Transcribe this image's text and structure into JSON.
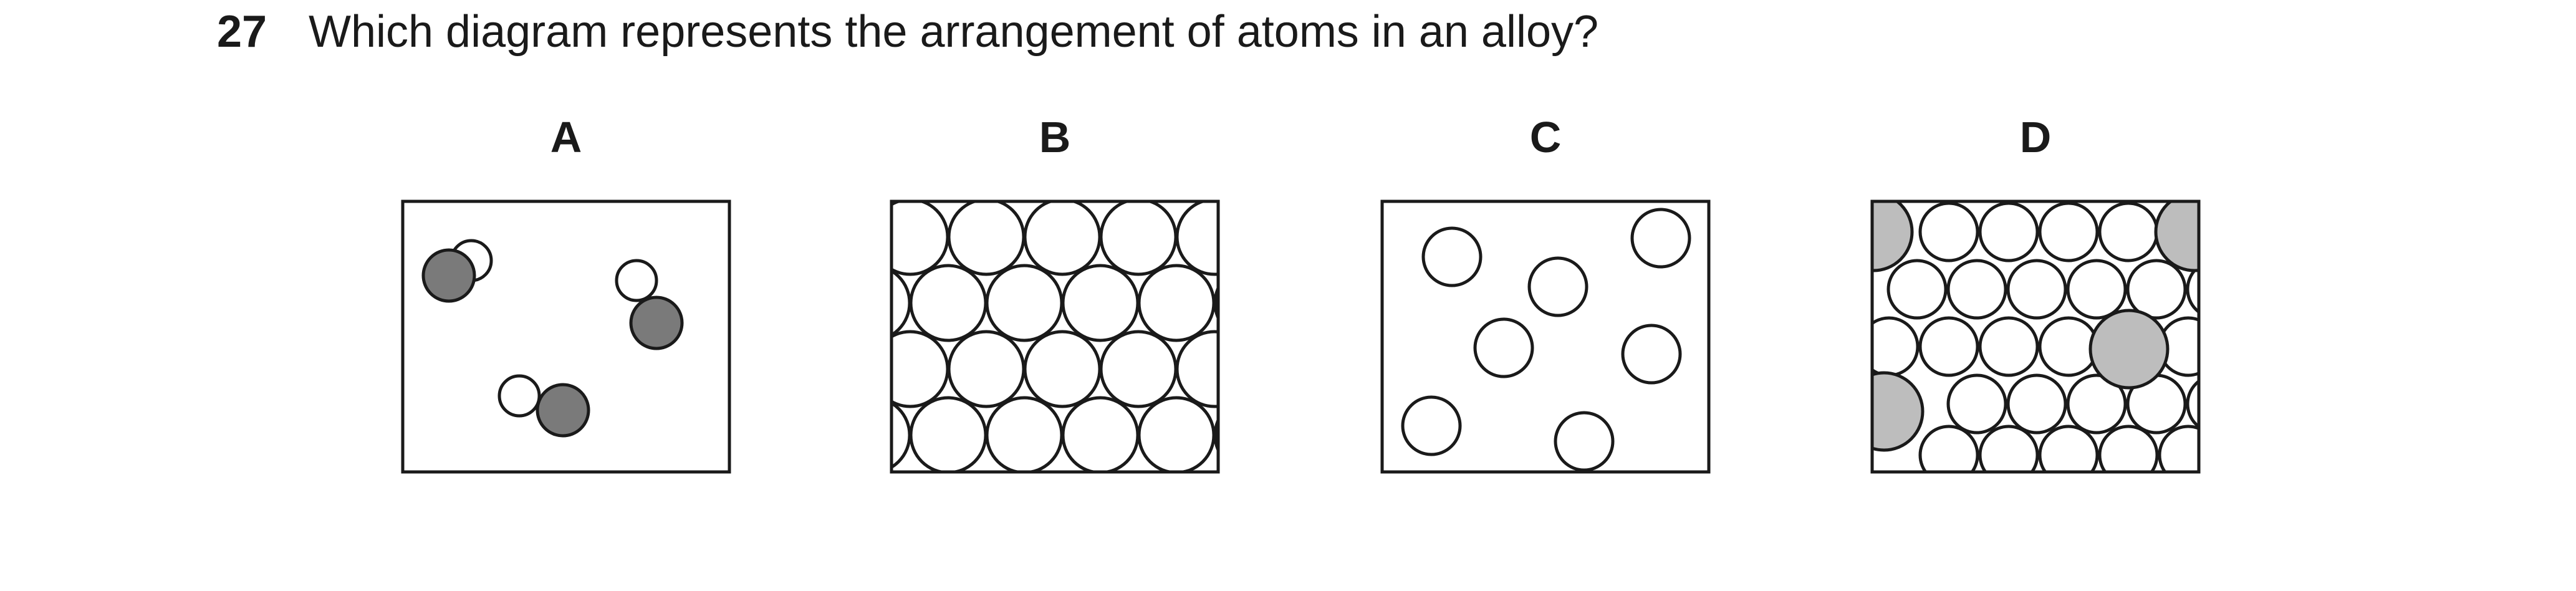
{
  "question": {
    "number": "27",
    "text": "Which diagram represents the arrangement of atoms in an alloy?"
  },
  "options": [
    {
      "label": "A",
      "depicts": "three pairs of atoms, each one grey atom joined to one white atom, spaced apart"
    },
    {
      "label": "B",
      "depicts": "regular close-packed layers of identical white atoms"
    },
    {
      "label": "C",
      "depicts": "identical white atoms spread far apart"
    },
    {
      "label": "D",
      "depicts": "close-packed white atoms with a few larger grey atoms among them"
    }
  ],
  "colors": {
    "outline": "#1a1a1a",
    "atom_white": "#ffffff",
    "atom_dark": "#7a7a7a",
    "atom_light_grey": "#bdbdbd"
  }
}
